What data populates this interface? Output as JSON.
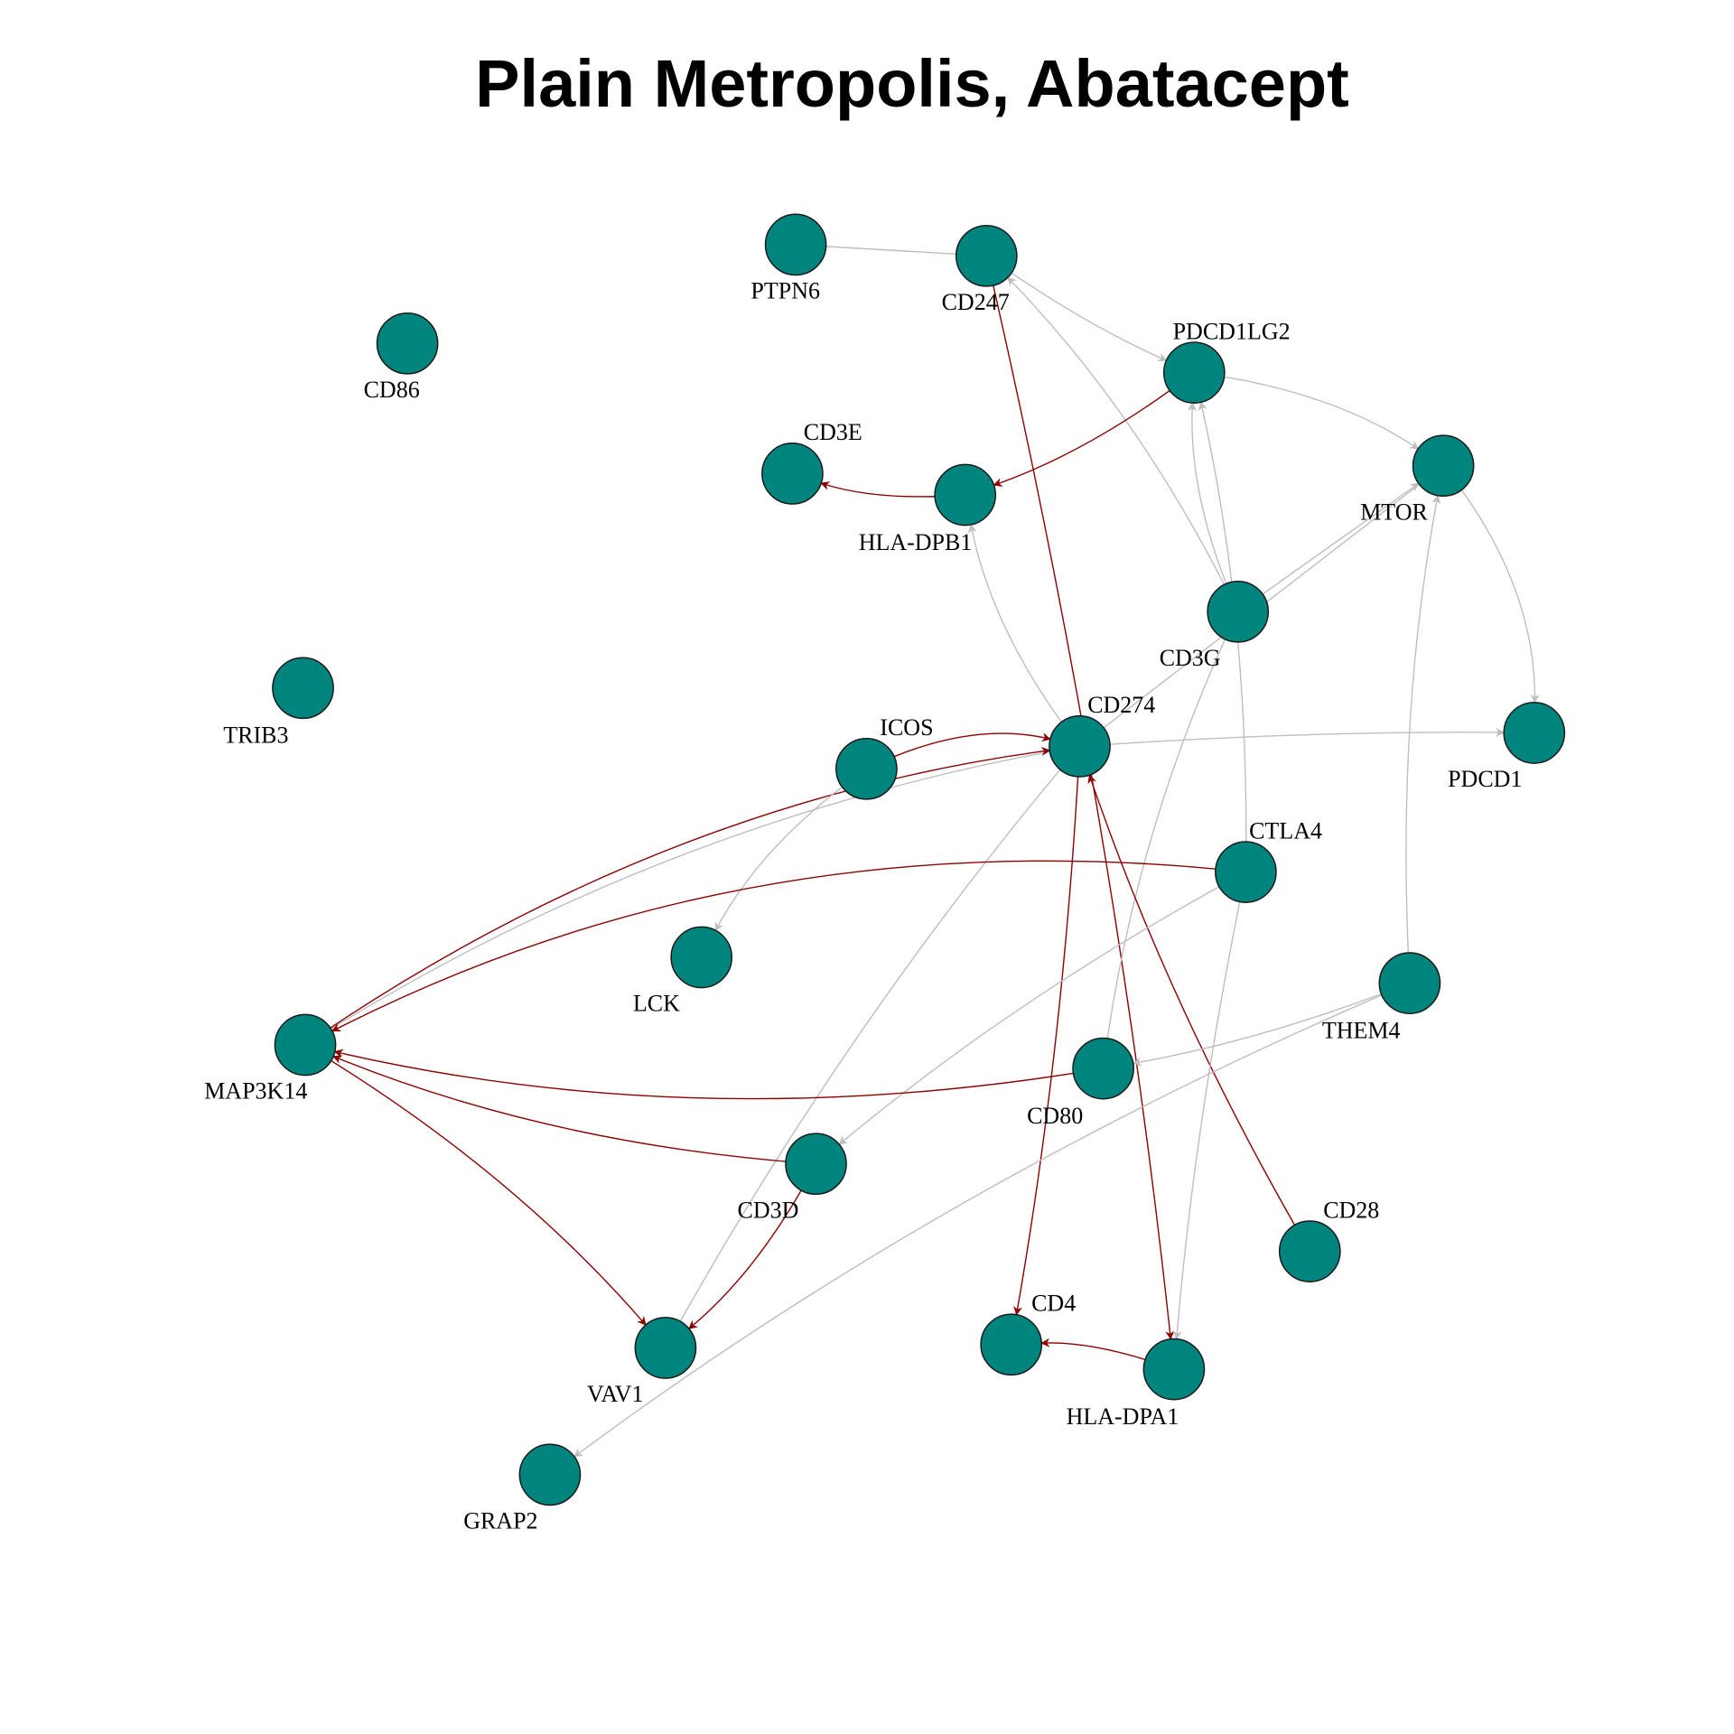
{
  "title": "Plain Metropolis, Abatacept",
  "colors": {
    "node_fill": "#00847E",
    "node_stroke": "#1a1a1a",
    "edge_highlight": "#8B0000",
    "edge_default": "#BEBEBE"
  },
  "nodes": [
    {
      "id": "PTPN6",
      "label": "PTPN6"
    },
    {
      "id": "CD247",
      "label": "CD247"
    },
    {
      "id": "CD86",
      "label": "CD86"
    },
    {
      "id": "PDCD1LG2",
      "label": "PDCD1LG2"
    },
    {
      "id": "CD3E",
      "label": "CD3E"
    },
    {
      "id": "HLA-DPB1",
      "label": "HLA-DPB1"
    },
    {
      "id": "MTOR",
      "label": "MTOR"
    },
    {
      "id": "CD3G",
      "label": "CD3G"
    },
    {
      "id": "TRIB3",
      "label": "TRIB3"
    },
    {
      "id": "ICOS",
      "label": "ICOS"
    },
    {
      "id": "CD274",
      "label": "CD274"
    },
    {
      "id": "PDCD1",
      "label": "PDCD1"
    },
    {
      "id": "CTLA4",
      "label": "CTLA4"
    },
    {
      "id": "LCK",
      "label": "LCK"
    },
    {
      "id": "THEM4",
      "label": "THEM4"
    },
    {
      "id": "MAP3K14",
      "label": "MAP3K14"
    },
    {
      "id": "CD80",
      "label": "CD80"
    },
    {
      "id": "CD3D",
      "label": "CD3D"
    },
    {
      "id": "CD28",
      "label": "CD28"
    },
    {
      "id": "CD4",
      "label": "CD4"
    },
    {
      "id": "VAV1",
      "label": "VAV1"
    },
    {
      "id": "HLA-DPA1",
      "label": "HLA-DPA1"
    },
    {
      "id": "GRAP2",
      "label": "GRAP2"
    }
  ],
  "edges": [
    {
      "from": "PTPN6",
      "to": "CD247",
      "highlight": false,
      "arrow": false
    },
    {
      "from": "CD247",
      "to": "PDCD1LG2",
      "highlight": false,
      "arrow": true
    },
    {
      "from": "CD247",
      "to": "HLA-DPA1",
      "highlight": true,
      "arrow": true
    },
    {
      "from": "CD3G",
      "to": "CD247",
      "highlight": false,
      "arrow": true
    },
    {
      "from": "PDCD1LG2",
      "to": "HLA-DPB1",
      "highlight": true,
      "arrow": true
    },
    {
      "from": "PDCD1LG2",
      "to": "MTOR",
      "highlight": false,
      "arrow": true
    },
    {
      "from": "HLA-DPB1",
      "to": "CD3E",
      "highlight": true,
      "arrow": true
    },
    {
      "from": "CD3G",
      "to": "PDCD1LG2",
      "highlight": false,
      "arrow": true
    },
    {
      "from": "CTLA4",
      "to": "PDCD1LG2",
      "highlight": false,
      "arrow": true
    },
    {
      "from": "CD3G",
      "to": "MTOR",
      "highlight": false,
      "arrow": true
    },
    {
      "from": "MTOR",
      "to": "PDCD1",
      "highlight": false,
      "arrow": true
    },
    {
      "from": "THEM4",
      "to": "MTOR",
      "highlight": false,
      "arrow": true
    },
    {
      "from": "CD274",
      "to": "HLA-DPB1",
      "highlight": false,
      "arrow": true
    },
    {
      "from": "CD274",
      "to": "PDCD1",
      "highlight": false,
      "arrow": true
    },
    {
      "from": "CD274",
      "to": "MAP3K14",
      "highlight": false,
      "arrow": false
    },
    {
      "from": "CD274",
      "to": "CD4",
      "highlight": true,
      "arrow": true
    },
    {
      "from": "CD274",
      "to": "VAV1",
      "highlight": false,
      "arrow": false
    },
    {
      "from": "CD274",
      "to": "MTOR",
      "highlight": false,
      "arrow": false
    },
    {
      "from": "ICOS",
      "to": "CD274",
      "highlight": true,
      "arrow": true
    },
    {
      "from": "MAP3K14",
      "to": "CD274",
      "highlight": true,
      "arrow": true
    },
    {
      "from": "ICOS",
      "to": "LCK",
      "highlight": false,
      "arrow": true
    },
    {
      "from": "CD3G",
      "to": "CD80",
      "highlight": false,
      "arrow": false
    },
    {
      "from": "CD28",
      "to": "CD274",
      "highlight": true,
      "arrow": true
    },
    {
      "from": "CTLA4",
      "to": "MAP3K14",
      "highlight": true,
      "arrow": true
    },
    {
      "from": "CTLA4",
      "to": "CD3D",
      "highlight": false,
      "arrow": true
    },
    {
      "from": "CTLA4",
      "to": "HLA-DPA1",
      "highlight": false,
      "arrow": true
    },
    {
      "from": "CD80",
      "to": "MAP3K14",
      "highlight": true,
      "arrow": true
    },
    {
      "from": "THEM4",
      "to": "CD80",
      "highlight": false,
      "arrow": true
    },
    {
      "from": "THEM4",
      "to": "GRAP2",
      "highlight": false,
      "arrow": true
    },
    {
      "from": "CD3D",
      "to": "MAP3K14",
      "highlight": true,
      "arrow": true
    },
    {
      "from": "MAP3K14",
      "to": "VAV1",
      "highlight": true,
      "arrow": true
    },
    {
      "from": "CD3D",
      "to": "VAV1",
      "highlight": true,
      "arrow": true
    },
    {
      "from": "HLA-DPA1",
      "to": "CD4",
      "highlight": true,
      "arrow": true
    }
  ]
}
